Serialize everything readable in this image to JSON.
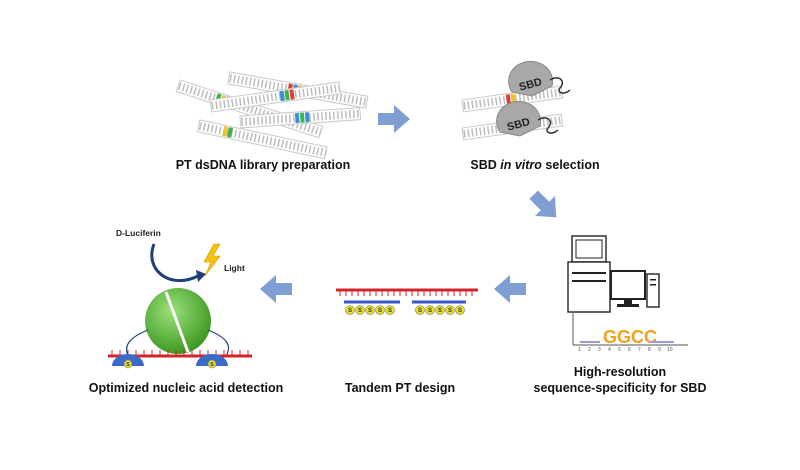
{
  "colors": {
    "arrow": "#7f9fd4",
    "dna_backbone": "#c9c9c9",
    "sbd_protein": "#a8a8a8",
    "luciferase": "#5fb53c",
    "target_strand": "#d2252b",
    "probe_strand": "#3a55c8",
    "pt_bead": "#e6e02a",
    "monitor": "#222222"
  },
  "steps": {
    "library": {
      "caption": "PT dsDNA library preparation"
    },
    "selection": {
      "caption_pre": "SBD ",
      "caption_italic": "in vitro",
      "caption_post": " selection",
      "protein_label": "SBD"
    },
    "specificity": {
      "caption_line1": "High-resolution",
      "caption_line2": "sequence-specificity for SBD",
      "logo_text": "GGCC"
    },
    "tandem": {
      "caption": "Tandem PT design",
      "bead_label": "S"
    },
    "detection": {
      "caption": "Optimized nucleic acid detection",
      "substrate": "D-Luciferin",
      "product": "Light"
    }
  }
}
